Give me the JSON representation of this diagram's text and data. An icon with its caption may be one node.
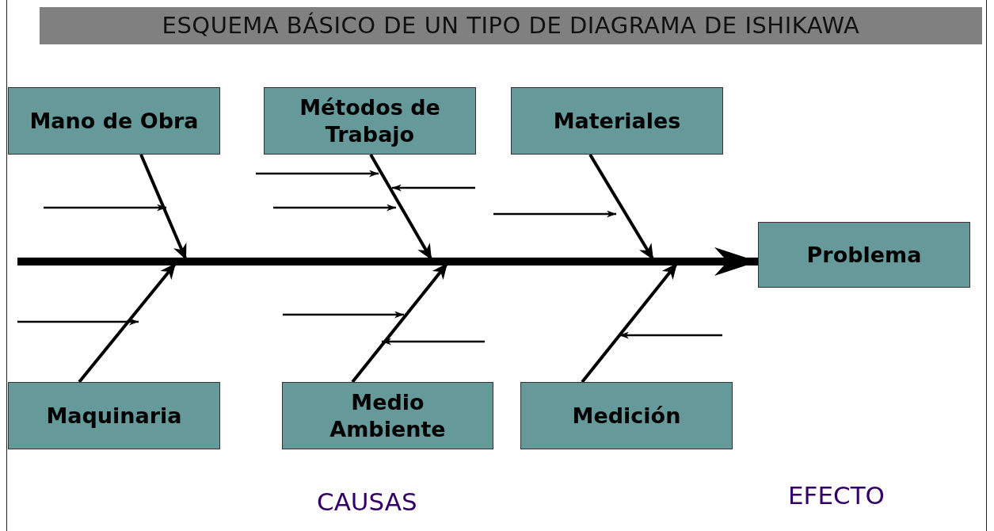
{
  "diagram": {
    "title": "ESQUEMA BÁSICO DE UN TIPO DE DIAGRAMA DE ISHIKAWA",
    "nodes": [
      {
        "text": [
          "Mano de Obra"
        ]
      },
      {
        "text": [
          "Métodos de Trabajo"
        ]
      },
      {
        "text": [
          "Materiales"
        ]
      },
      {
        "text": [
          "Problema"
        ]
      },
      {
        "text": [
          "Maquinaria"
        ]
      },
      {
        "text": [
          "Medio Ambiente"
        ]
      },
      {
        "text": [
          "Medición"
        ]
      }
    ],
    "edges": [
      {
        "from": null,
        "to": 3,
        "arrow": "to",
        "style": "thick"
      },
      {
        "from": 0,
        "to": null,
        "arrow": "to"
      },
      {
        "from": 1,
        "to": null,
        "arrow": "to"
      },
      {
        "from": 2,
        "to": null,
        "arrow": "to"
      },
      {
        "from": 4,
        "to": null,
        "arrow": "to"
      },
      {
        "from": 5,
        "to": null,
        "arrow": "to"
      },
      {
        "from": 6,
        "to": null,
        "arrow": "to"
      }
    ],
    "labels": [
      "CAUSAS",
      "EFECTO"
    ]
  }
}
